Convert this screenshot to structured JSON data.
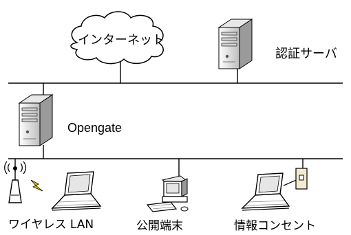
{
  "labels": {
    "internet": "インターネット",
    "auth_server": "認証サーバ",
    "opengate": "Opengate",
    "wireless_lan": "ワイヤレス LAN",
    "public_terminal": "公開端末",
    "info_outlet": "情報コンセント"
  },
  "icons": {
    "internet": "cloud-icon",
    "auth_server": "server-tower-icon",
    "opengate": "server-tower-icon",
    "wireless": "wireless-access-point-icon",
    "wireless_laptop": "laptop-icon",
    "public_terminal": "desktop-computer-icon",
    "info_laptop": "laptop-icon",
    "info_outlet": "network-wall-outlet-icon"
  },
  "colors": {
    "line": "#000000",
    "device_body": "#ffffff",
    "device_shade": "#c8c8c8",
    "screen": "#e6e6e6",
    "signal": "#f2c200"
  }
}
